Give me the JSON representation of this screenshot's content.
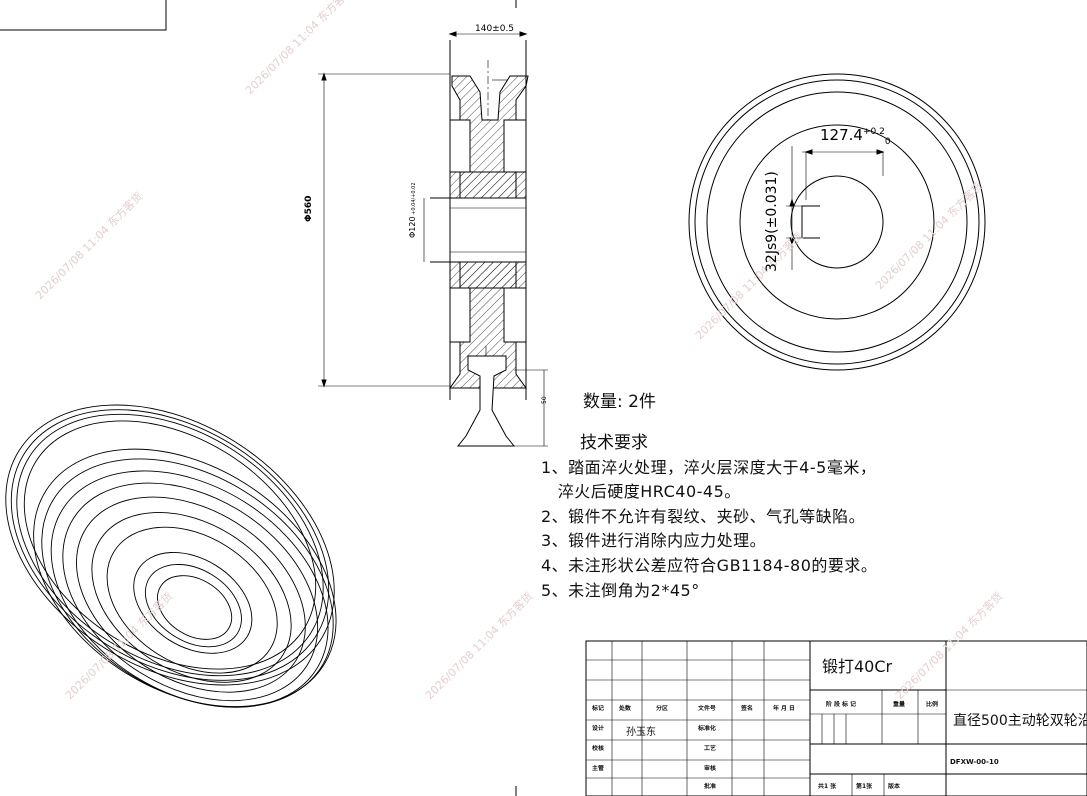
{
  "dimensions": {
    "width_top": "140±0.5",
    "outer_dia": "Φ560",
    "bore_dia": "Φ120",
    "bore_tol_upper": "+0.04",
    "bore_tol_lower": "+0.02",
    "keyway_depth": "127.4",
    "keyway_depth_tol_upper": "+0.2",
    "keyway_depth_tol_lower": "0",
    "keyway_width": "32Js9(±0.031)",
    "rail_dim": "50"
  },
  "notes": {
    "quantity": "数量: 2件",
    "requirements_title": "技术要求",
    "requirements": [
      "1、踏面淬火处理，淬火层深度大于4-5毫米，",
      "   淬火后硬度HRC40-45。",
      "2、锻件不允许有裂纹、夹砂、气孔等缺陷。",
      "3、锻件进行消除内应力处理。",
      "4、未注形状公差应符合GB1184-80的要求。",
      "5、未注倒角为2*45°"
    ]
  },
  "title_block": {
    "material": "锻打40Cr",
    "drawing_title": "直径500主动轮双轮沿",
    "drawing_number": "DFXW-00-10",
    "designer_name": "孙玉东",
    "labels": {
      "mark": "标记",
      "count": "处数",
      "zone": "分区",
      "doc_no": "文件号",
      "sign": "签名",
      "date": "年 月 日",
      "design": "设计",
      "standardize": "标准化",
      "check": "校核",
      "process": "工艺",
      "supervisor": "主管",
      "review": "审核",
      "approve": "批准",
      "stage_mark": "阶 段 标 记",
      "weight": "重量",
      "scale": "比例",
      "total_sheets": "共1 张",
      "sheet_no": "第1张",
      "version": "版本"
    }
  },
  "watermark": {
    "text": "2026/07/08 11:04 东方客货"
  }
}
